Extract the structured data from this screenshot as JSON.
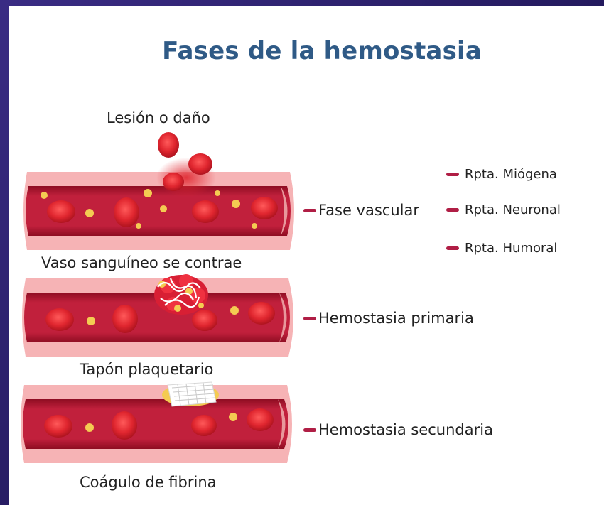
{
  "title": "Fases de la hemostasia",
  "injury_label": "Lesión o daño",
  "stages": [
    {
      "caption": "Vaso sanguíneo se contrae",
      "phase": "Fase vascular"
    },
    {
      "caption": "Tapón plaquetario",
      "phase": "Hemostasia primaria"
    },
    {
      "caption": "Coágulo de fibrina",
      "phase": "Hemostasia secundaria"
    }
  ],
  "responses": [
    "Rpta. Miógena",
    "Rpta. Neuronal",
    "Rpta. Humoral"
  ],
  "colors": {
    "title": "#2f5a86",
    "vessel_wall": "#f6b3b5",
    "vessel_lumen": "#c1203c",
    "red_cell": "#e0262f",
    "platelet": "#f4cb52",
    "accent_dash": "#b01e45"
  },
  "icons": [
    "red-blood-cell-icon",
    "platelet-icon",
    "platelet-plug-icon",
    "fibrin-mesh-icon",
    "blood-drop-icon"
  ]
}
